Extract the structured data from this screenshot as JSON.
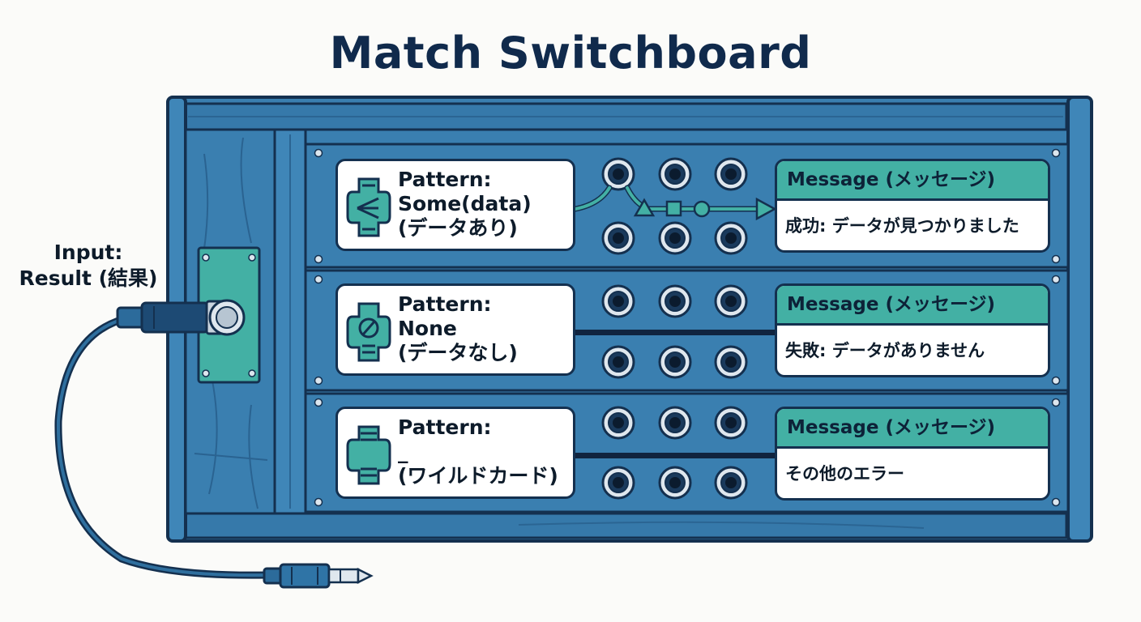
{
  "title": "Match Switchboard",
  "input": {
    "line1": "Input:",
    "line2": "Result (結果)"
  },
  "rows": [
    {
      "pattern_label": "Pattern:",
      "pattern_value": "Some(data)",
      "pattern_note": "(データあり)",
      "icon": "branch-icon",
      "message_header": "Message (メッセージ)",
      "message_body": "成功: データが見つかりました"
    },
    {
      "pattern_label": "Pattern:",
      "pattern_value": "None",
      "pattern_note": "(データなし)",
      "icon": "prohibited-icon",
      "message_header": "Message (メッセージ)",
      "message_body": "失敗: データがありません"
    },
    {
      "pattern_label": "Pattern:",
      "pattern_value": "_",
      "pattern_note": "(ワイルドカード)",
      "icon": "lines-icon",
      "message_header": "Message (メッセージ)",
      "message_body": "その他のエラー"
    }
  ],
  "colors": {
    "board": "#3a7fb0",
    "board_dark": "#2c6b9b",
    "outline": "#14304f",
    "teal": "#43b0a4",
    "title": "#102a4c"
  }
}
